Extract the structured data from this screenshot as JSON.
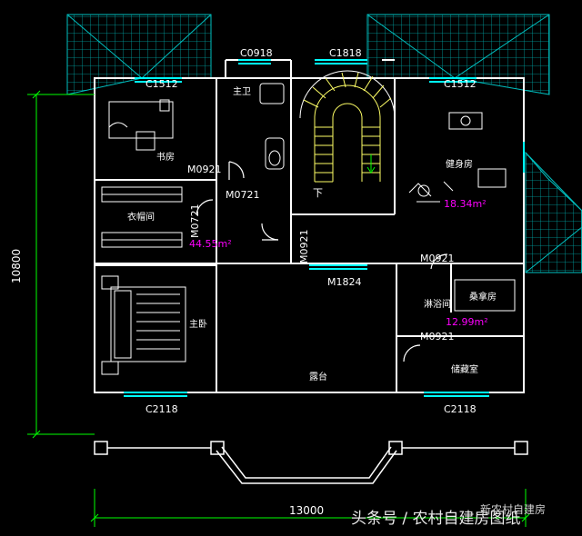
{
  "dimensions": {
    "depth": "10800",
    "width": "13000"
  },
  "rooms": {
    "study": "书房",
    "master_bath": "主卫",
    "closet": "衣帽间",
    "master_bedroom": "主卧",
    "gym": "健身房",
    "bath": "淋浴间",
    "sauna": "桑拿房",
    "storage": "储藏室",
    "terrace": "露台"
  },
  "areas": {
    "master_suite": "44.55m²",
    "gym": "18.34m²",
    "bath_suite": "12.99m²"
  },
  "windows": {
    "top_left": "C1512",
    "top_right": "C1512",
    "bath_window": "C0918",
    "stair_window": "C1818",
    "bottom_left": "C2118",
    "bottom_right": "C2118",
    "terrace_door": "M1824"
  },
  "doors": {
    "study_door": "M0921",
    "closet_door": "M0721",
    "bedroom_door": "M0721",
    "bath_door": "M0921",
    "gym_door": "M0921",
    "bath_suite_door": "M0921"
  },
  "stair_down": "下",
  "watermark": {
    "main": "头条号 / 农村自建房图纸",
    "logo": "新农村自建房"
  },
  "colors": {
    "wall": "#ffffff",
    "dimension": "#00ff00",
    "window": "#00ffff",
    "roof": "#00c0c0",
    "area_text": "#ff00ff",
    "stair": "#ffff66",
    "furniture": "#ffffff"
  }
}
